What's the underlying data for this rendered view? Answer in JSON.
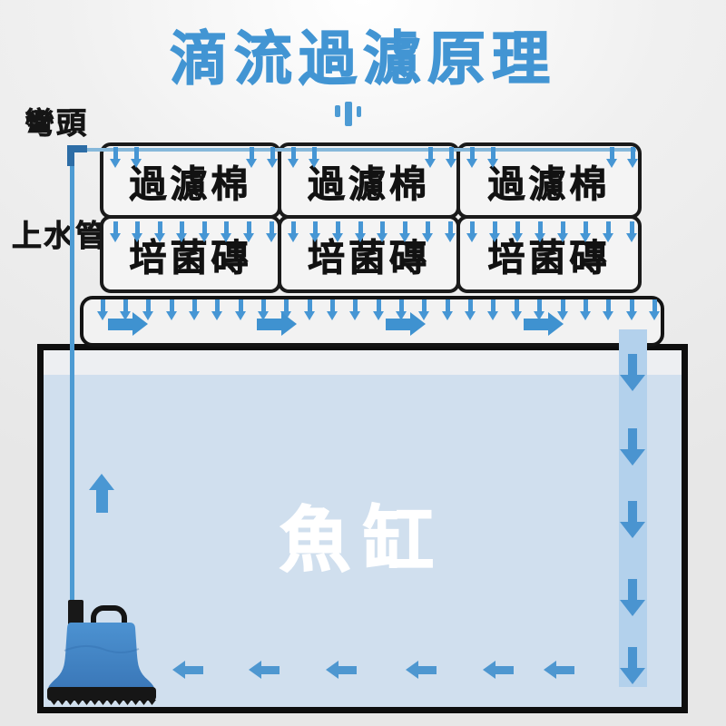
{
  "title": "滴流過濾原理",
  "labels": {
    "elbow": "彎頭",
    "riser_pipe": "上水管",
    "tank": "魚缸"
  },
  "filter_boxes": {
    "row1": [
      "過濾棉",
      "過濾棉",
      "過濾棉"
    ],
    "row2": [
      "培菌磚",
      "培菌磚",
      "培菌磚"
    ]
  },
  "colors": {
    "title_blue": "#4295d3",
    "arrow_blue": "#4696d4",
    "water_blue": "#d0dfee",
    "band_blue": "#b3d1ec",
    "pipe_blue": "#4d9bd3",
    "pump_blue": "#3f82c4"
  }
}
